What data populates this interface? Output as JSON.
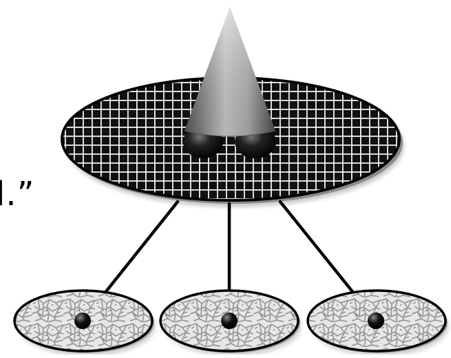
{
  "diagram": {
    "edge_text": "l.”",
    "top_node": {
      "label": "",
      "pattern": "white-grid-on-black",
      "ornament": "grey-cone-with-two-black-domes"
    },
    "bottom_nodes": [
      {
        "label": "",
        "pattern": "grey-cellular-texture"
      },
      {
        "label": "",
        "pattern": "grey-cellular-texture"
      },
      {
        "label": "",
        "pattern": "grey-cellular-texture"
      }
    ],
    "connections": 3,
    "colors": {
      "outline": "#000000",
      "grid_line": "#ffffff",
      "grid_fill": "#111111",
      "cone_light": "#f2f2f2",
      "cone_dark": "#555555",
      "texture_bg": "#e6e6e6",
      "texture_cell": "#a8a8a8"
    }
  }
}
